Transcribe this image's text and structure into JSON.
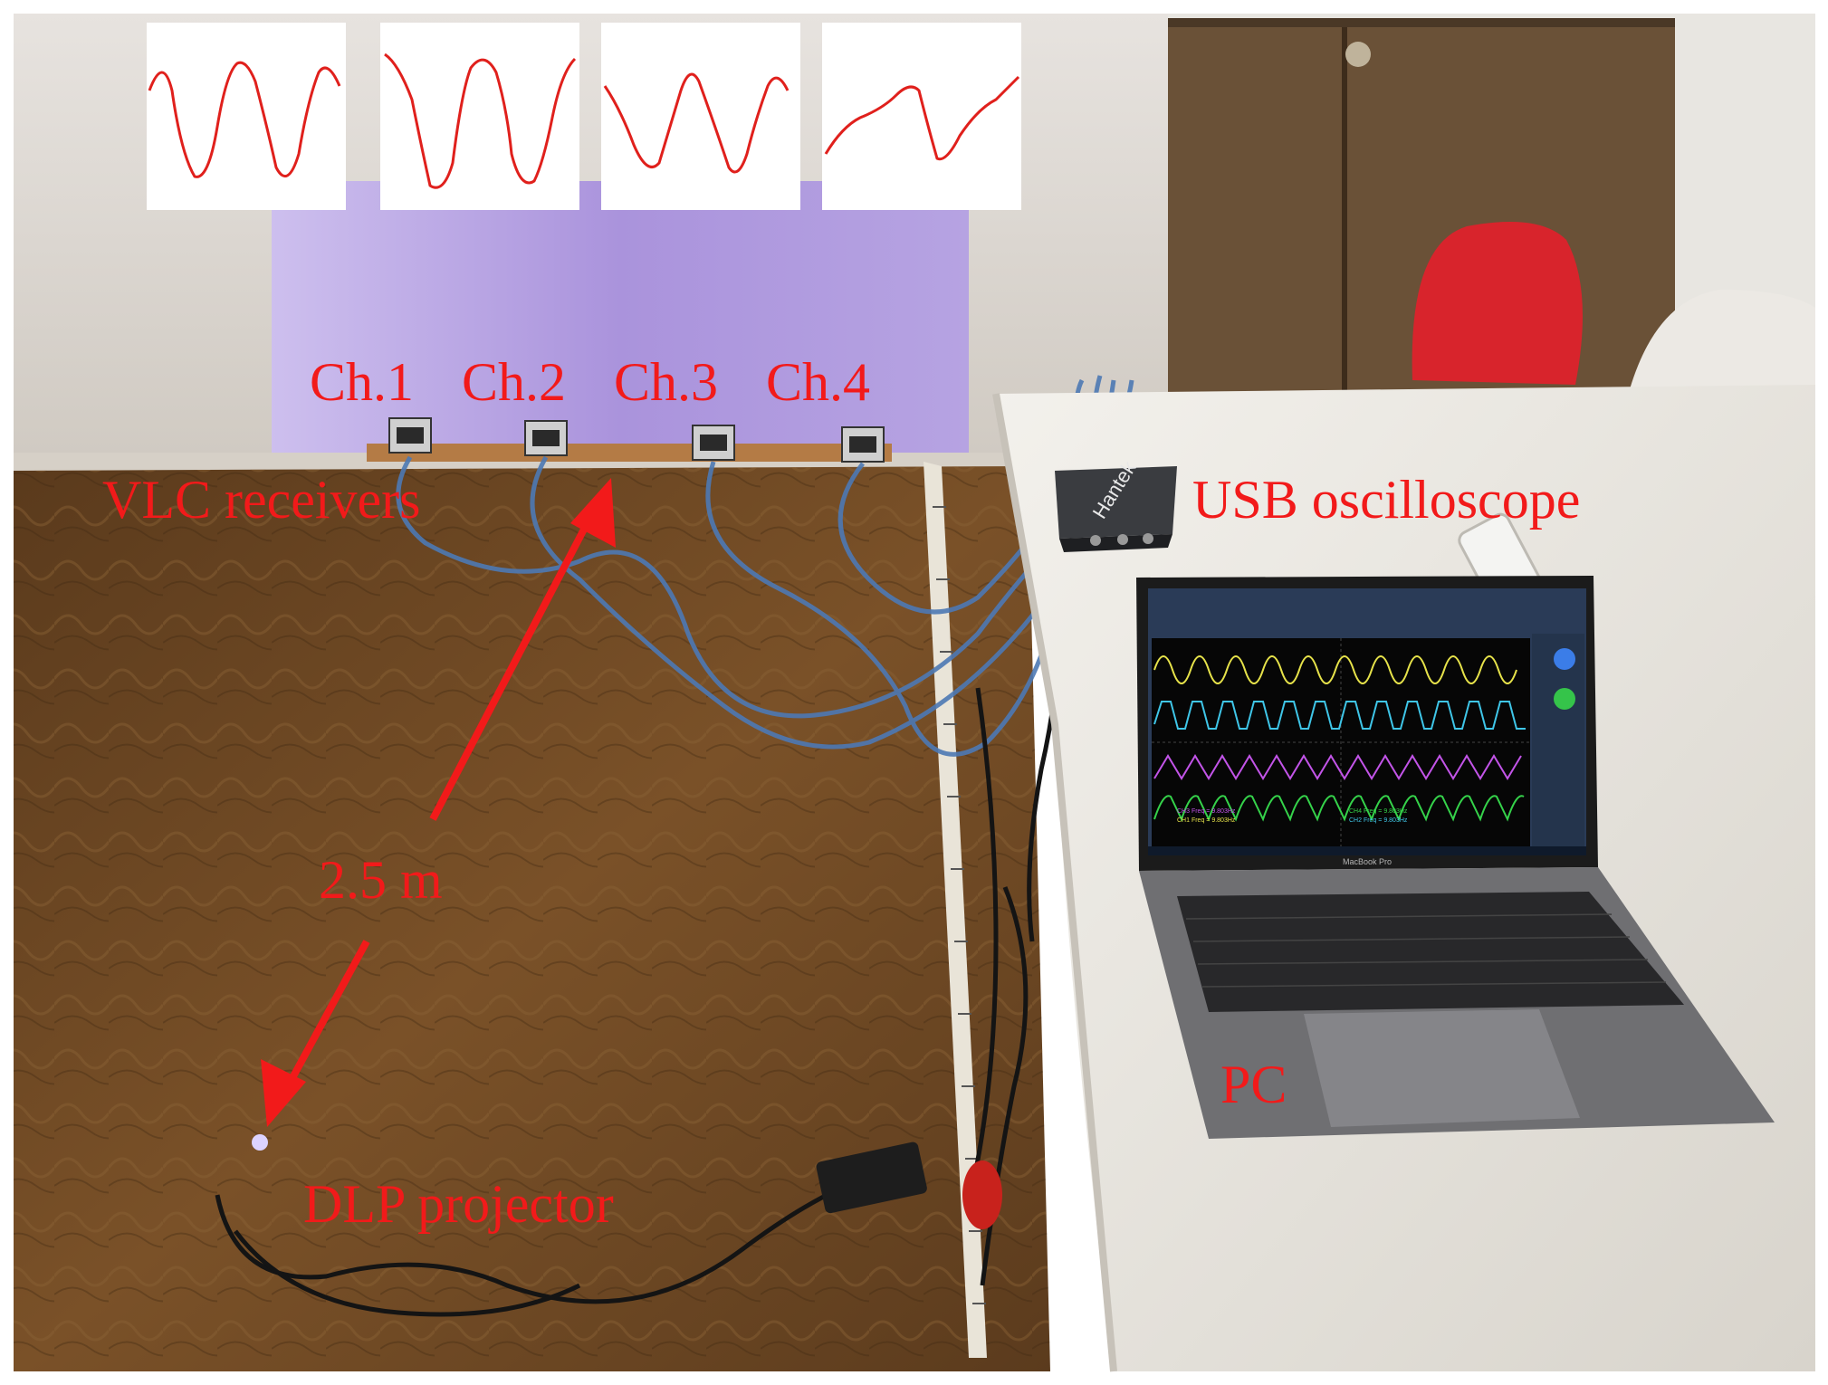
{
  "labels": {
    "channels": [
      "Ch.1",
      "Ch.2",
      "Ch.3",
      "Ch.4"
    ],
    "vlc_receivers": "VLC receivers",
    "usb_oscilloscope": "USB oscilloscope",
    "distance": "2.5 m",
    "pc": "PC",
    "dlp_projector": "DLP projector"
  },
  "screen": {
    "device": "MacBook Pro",
    "device_brand": "Hantek",
    "ch_freq_top_left": "CH3 Freq = 9.803Hz",
    "ch_freq_bottom_left": "CH1 Freq = 9.803Hz",
    "ch_freq_top_right": "CH4 Freq = 9.803Hz",
    "ch_freq_bottom_right": "CH2 Freq = 9.803Hz"
  },
  "colors": {
    "annotation": "#f21a1a",
    "waveform_red": "#e0201c",
    "trace_ch1": "#e6e24a",
    "trace_ch2": "#3fc6e8",
    "trace_ch3": "#c254e8",
    "trace_ch4": "#35d24a",
    "floor": "#6b4420",
    "wall_projection": "#b39cdf",
    "door": "#6a5137",
    "table": "#ece9e2",
    "cable_blue": "#4d79b4"
  },
  "icons": [
    "arrow-up-right-icon",
    "arrow-down-left-icon"
  ]
}
